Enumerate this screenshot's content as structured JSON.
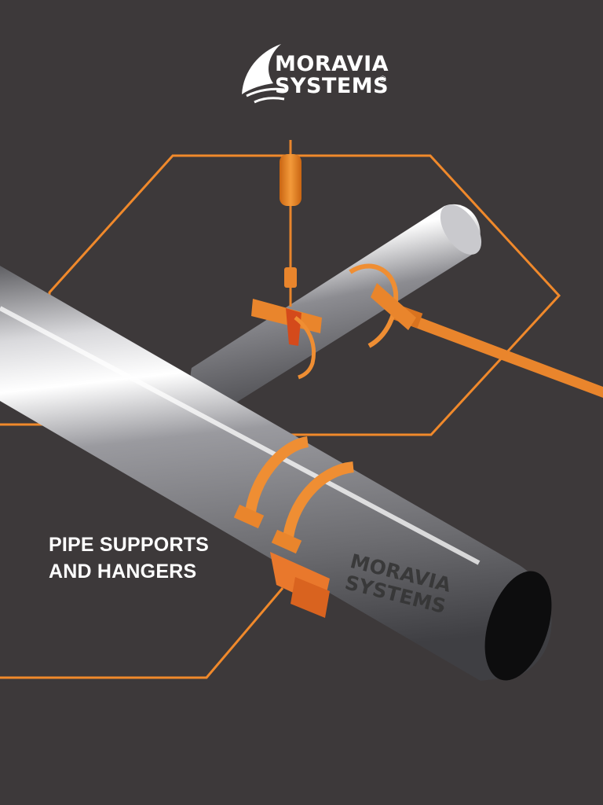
{
  "brand": {
    "line1": "MORAVIA",
    "line2": "SYSTEMS",
    "registered": "®"
  },
  "pipe_brand": {
    "line1": "MORAVIA",
    "line2": "SYSTEMS",
    "registered": "®"
  },
  "headline": {
    "line1": "PIPE SUPPORTS",
    "line2": "AND HANGERS"
  },
  "colors": {
    "background": "#3d393a",
    "accent": "#f0892b",
    "pipe": "#a8a8ac",
    "text": "#ffffff"
  }
}
